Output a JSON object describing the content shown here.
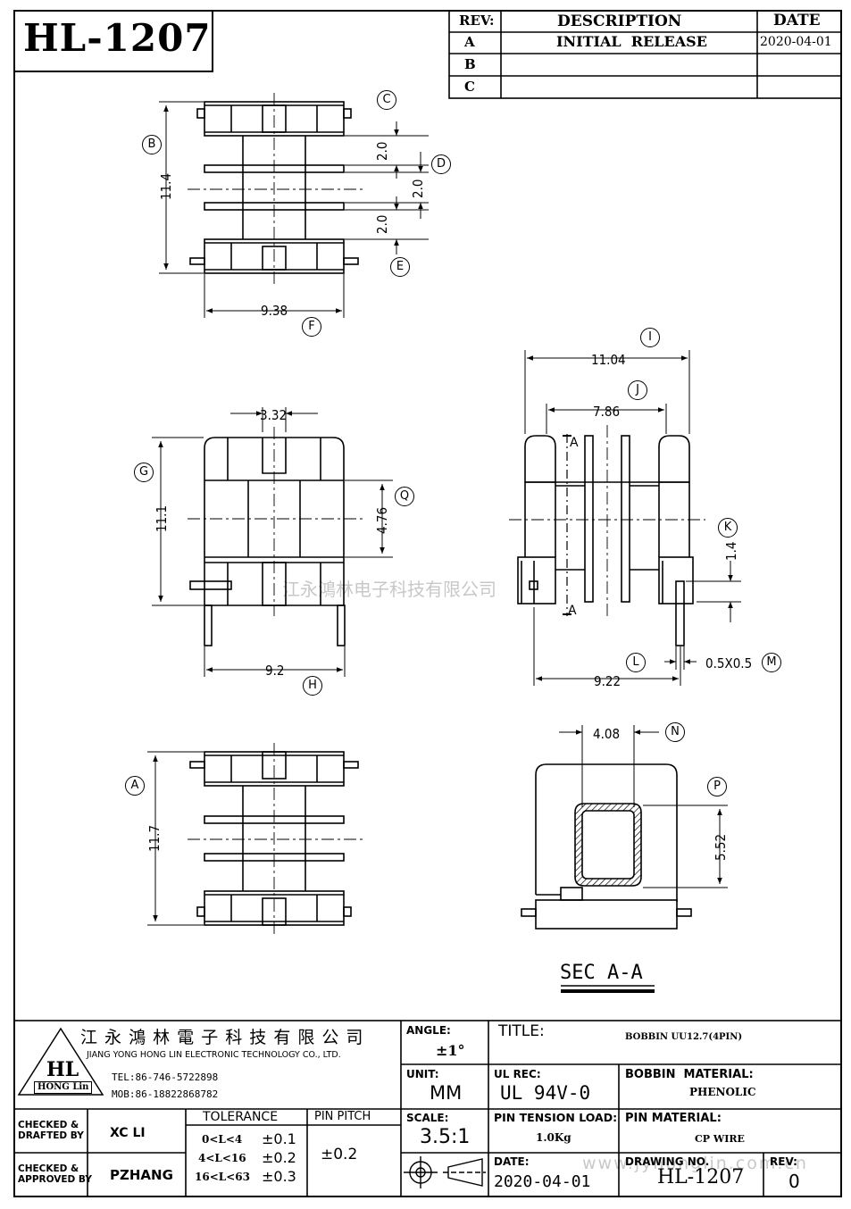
{
  "part_number": "HL-1207",
  "revision_table": {
    "headers": [
      "REV:",
      "DESCRIPTION",
      "DATE"
    ],
    "rows": [
      {
        "rev": "A",
        "description": "INITIAL  RELEASE",
        "date": "2020-04-01"
      },
      {
        "rev": "B",
        "description": "",
        "date": ""
      },
      {
        "rev": "C",
        "description": "",
        "date": ""
      }
    ]
  },
  "dimensions": {
    "top_view": {
      "width": "9.38",
      "height": "11.4",
      "gap_c": "2.0",
      "gap_d": "2.0",
      "gap_e": "2.0"
    },
    "front_view": {
      "top": "3.32",
      "height": "11.1",
      "middle": "4.76",
      "width": "9.2"
    },
    "side_view": {
      "overall": "11.04",
      "inner": "7.86",
      "pin_gap": "1.4",
      "width": "9.22",
      "pin": "0.5X0.5"
    },
    "bottom_view": {
      "height": "11.7"
    },
    "section": {
      "width": "4.08",
      "height": "5.52",
      "label": "SEC  A-A"
    }
  },
  "callouts": [
    "A",
    "B",
    "C",
    "D",
    "E",
    "F",
    "G",
    "H",
    "I",
    "J",
    "K",
    "L",
    "M",
    "N",
    "P",
    "Q"
  ],
  "section_marker": "A",
  "title_block": {
    "company_cn": "江 永 鴻 林 電 子 科 技 有 限 公 司",
    "company_en": "JIANG YONG HONG LIN ELECTRONIC TECHNOLOGY CO., LTD.",
    "logo_text": "HL",
    "logo_sub": "HONG Lin",
    "tel": "TEL:86-746-5722898",
    "mob": "MOB:86-18822868782",
    "angle_label": "ANGLE:",
    "angle_value": "±1°",
    "title_label": "TITLE:",
    "title_value": "BOBBIN UU12.7(4PIN)",
    "unit_label": "UNIT:",
    "unit_value": "MM",
    "ul_label": "UL REC:",
    "ul_value": "UL 94V-0",
    "material_label": "BOBBIN  MATERIAL:",
    "material_value": "PHENOLIC",
    "checked_drafted_label": "CHECKED &\nDRAFTED BY",
    "checked_drafted_value": "XC LI",
    "checked_approved_label": "CHECKED &\nAPPROVED BY",
    "checked_approved_value": "PZHANG",
    "tolerance_label": "TOLERANCE",
    "tolerance_rows": [
      {
        "range": "0<L<4",
        "value": "±0.1"
      },
      {
        "range": "4<L<16",
        "value": "±0.2"
      },
      {
        "range": "16<L<63",
        "value": "±0.3"
      }
    ],
    "pin_pitch_label": "PIN PITCH",
    "pin_pitch_value": "±0.2",
    "scale_label": "SCALE:",
    "scale_value": "3.5:1",
    "tension_label": "PIN TENSION LOAD:",
    "tension_value": "1.0Kg",
    "pin_material_label": "PIN MATERIAL:",
    "pin_material_value": "CP WIRE",
    "date_label": "DATE:",
    "date_value": "2020-04-01",
    "drawing_no_label": "DRAWING NO.",
    "drawing_no_value": "HL-1207",
    "rev_label": "REV:",
    "rev_value": "0"
  },
  "watermarks": {
    "center": "江永鴻林电子科技有限公司",
    "bottom": "www.jyhonglin.com.cn"
  }
}
